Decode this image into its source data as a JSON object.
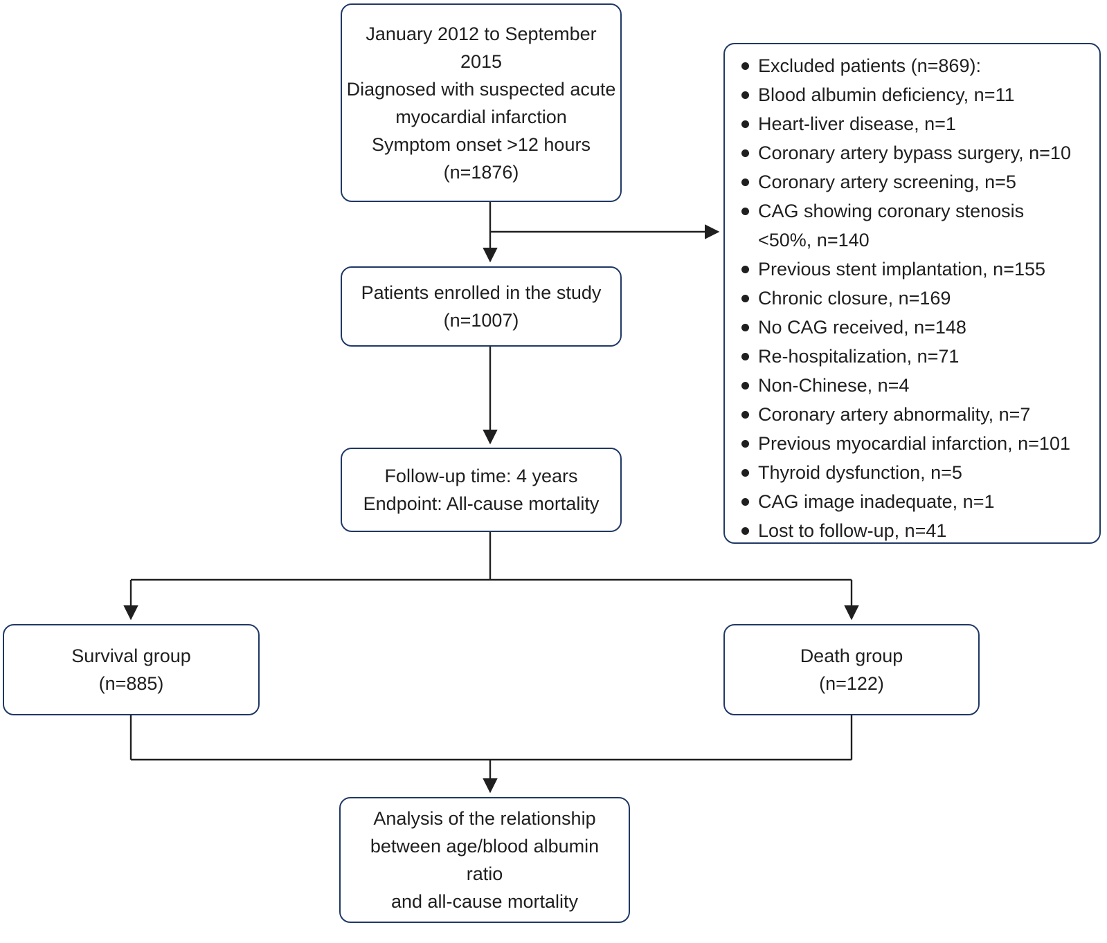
{
  "palette": {
    "box_border": "#1f3864",
    "connector": "#1f1f1f",
    "text": "#1f1f1f",
    "background": "#ffffff"
  },
  "boxes": {
    "source": {
      "text": "January 2012 to September\n2015\nDiagnosed with suspected acute\nmyocardial infarction\nSymptom onset >12 hours\n(n=1876)"
    },
    "excluded": {
      "items": [
        "Excluded patients (n=869):",
        "Blood albumin deficiency, n=11",
        "Heart-liver disease, n=1",
        "Coronary artery bypass surgery, n=10",
        "Coronary artery screening, n=5",
        "CAG showing coronary stenosis\n<50%, n=140",
        "Previous stent implantation, n=155",
        "Chronic closure, n=169",
        "No CAG received, n=148",
        "Re-hospitalization, n=71",
        "Non-Chinese, n=4",
        "Coronary artery abnormality, n=7",
        "Previous myocardial infarction, n=101",
        "Thyroid dysfunction, n=5",
        "CAG image inadequate, n=1",
        "Lost to follow-up, n=41"
      ]
    },
    "enrolled": {
      "text": "Patients enrolled in the study\n(n=1007)"
    },
    "followup": {
      "text": "Follow-up time: 4 years\nEndpoint: All-cause mortality"
    },
    "survival": {
      "text": "Survival group\n(n=885)"
    },
    "death": {
      "text": "Death group\n(n=122)"
    },
    "analysis": {
      "text": "Analysis of the relationship\nbetween age/blood albumin\nratio\nand all-cause mortality"
    }
  }
}
